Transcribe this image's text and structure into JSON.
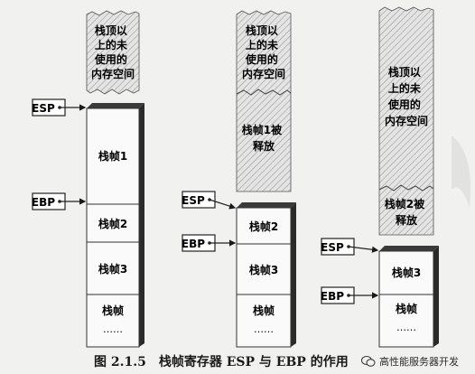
{
  "stacks": [
    {
      "top_label": [
        "栈顶以",
        "上的未",
        "使用的",
        "内存空间"
      ],
      "frames": [
        "栈帧1",
        "栈帧2",
        "栈帧3",
        "栈帧",
        "……"
      ],
      "registers": [
        "ESP",
        "EBP"
      ]
    },
    {
      "top_label": [
        "栈顶以",
        "上的未",
        "使用的",
        "内存空间"
      ],
      "released_label": [
        "栈帧1被",
        "释放"
      ],
      "frames": [
        "栈帧2",
        "栈帧3",
        "栈帧",
        "……"
      ],
      "registers": [
        "ESP",
        "EBP"
      ]
    },
    {
      "top_label": [
        "栈顶以",
        "上的未",
        "使用的",
        "内存空间"
      ],
      "released_label": [
        "栈帧2被",
        "释放"
      ],
      "frames": [
        "栈帧3",
        "栈帧",
        "……"
      ],
      "registers": [
        "ESP",
        "EBP"
      ]
    }
  ],
  "caption": {
    "figure_number": "图 2.1.5",
    "title": "栈帧寄存器 ESP 与 EBP 的作用"
  },
  "watermark": {
    "text": "高性能服务器开发"
  }
}
